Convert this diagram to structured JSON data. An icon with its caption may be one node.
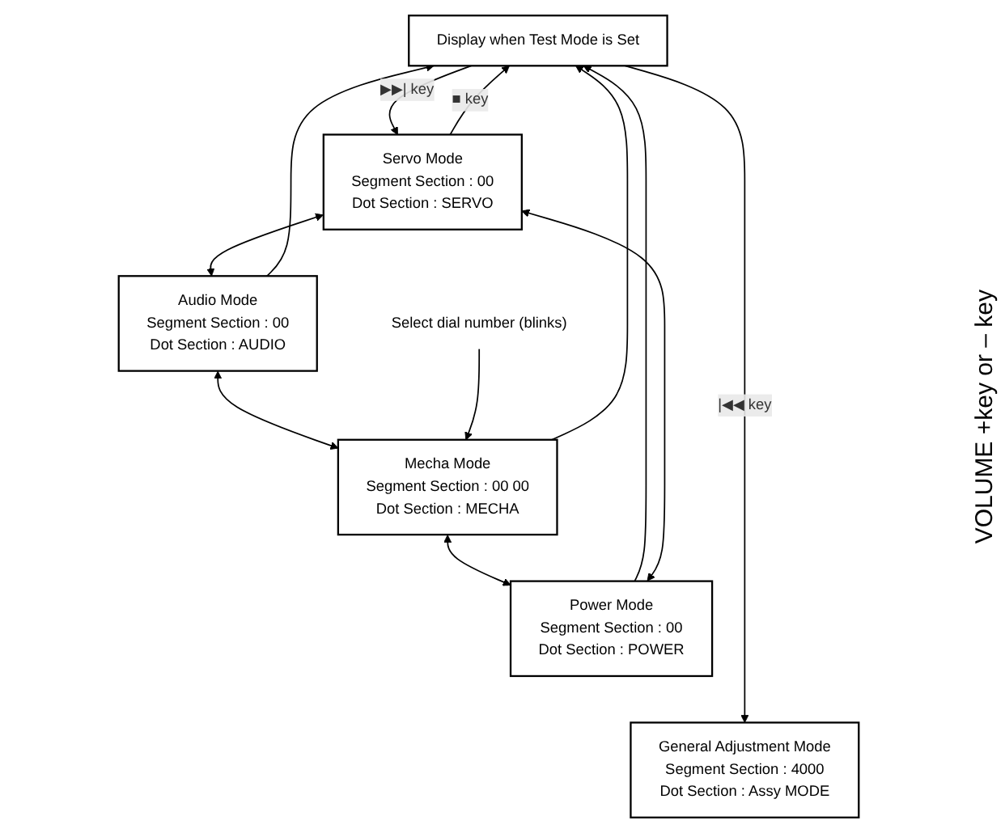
{
  "diagram": {
    "nodes": [
      {
        "text": [
          "Display when Test Mode is Set"
        ]
      },
      {
        "text": [
          "Servo Mode",
          "Segment Section : 00",
          "Dot Section : SERVO"
        ]
      },
      {
        "text": [
          "Audio Mode",
          "Segment Section : 00",
          "Dot Section : AUDIO"
        ]
      },
      {
        "text": [
          "Mecha Mode",
          "Segment Section : 00 00",
          "Dot Section : MECHA"
        ]
      },
      {
        "text": [
          "Power Mode",
          "Segment Section : 00",
          "Dot Section : POWER"
        ]
      },
      {
        "text": [
          "General Adjustment Mode",
          "Segment Section : 4000",
          "Dot Section : Assy MODE"
        ]
      },
      {
        "text": [
          "Select dial number (blinks)"
        ]
      }
    ],
    "edges": [
      {
        "from": 0,
        "to": 1,
        "arrow": "to",
        "label": "▶▶| key"
      },
      {
        "from": 1,
        "to": 0,
        "arrow": "to",
        "label": "■ key"
      },
      {
        "from": 2,
        "to": 0,
        "arrow": "to"
      },
      {
        "from": 3,
        "to": 0,
        "arrow": "to"
      },
      {
        "from": 4,
        "to": 0,
        "arrow": "to"
      },
      {
        "from": 0,
        "to": 5,
        "arrow": "to",
        "label": "|◀◀ key"
      },
      {
        "from": 4,
        "to": 1,
        "arrow": "both"
      },
      {
        "from": 1,
        "to": 2,
        "arrow": "both"
      },
      {
        "from": 2,
        "to": 3,
        "arrow": "both"
      },
      {
        "from": 3,
        "to": 4,
        "arrow": "both"
      },
      {
        "from": 6,
        "to": 3,
        "arrow": "to"
      }
    ],
    "labels": [
      "VOLUME +key or – key"
    ]
  }
}
